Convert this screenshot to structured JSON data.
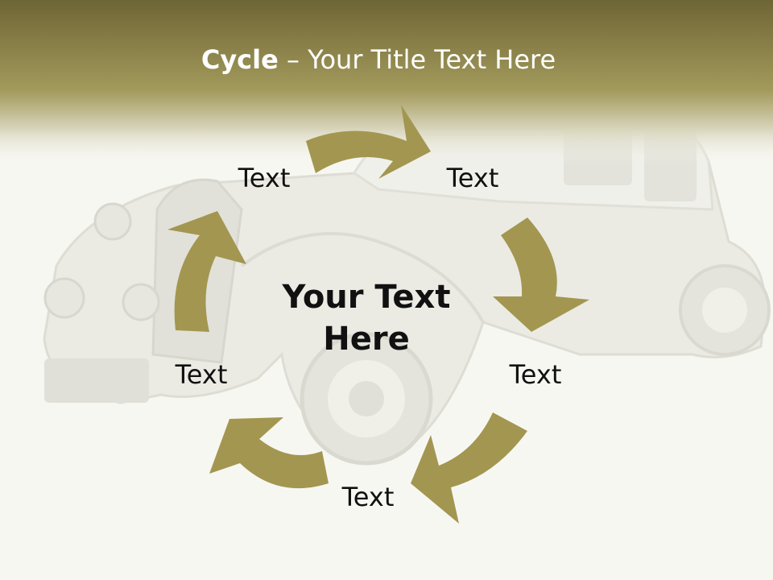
{
  "slide": {
    "title_bold": "Cycle",
    "title_rest": " – Your Title Text Here",
    "center_line1": "Your Text",
    "center_line2": "Here"
  },
  "cycle": {
    "labels": [
      "Text",
      "Text",
      "Text",
      "Text",
      "Text"
    ]
  },
  "colors": {
    "header_top": "#6e6535",
    "header_mid": "#a39a5c",
    "arrow": "#a39650",
    "background": "#f7f7f2",
    "car_tint": "#d9d9cf"
  }
}
